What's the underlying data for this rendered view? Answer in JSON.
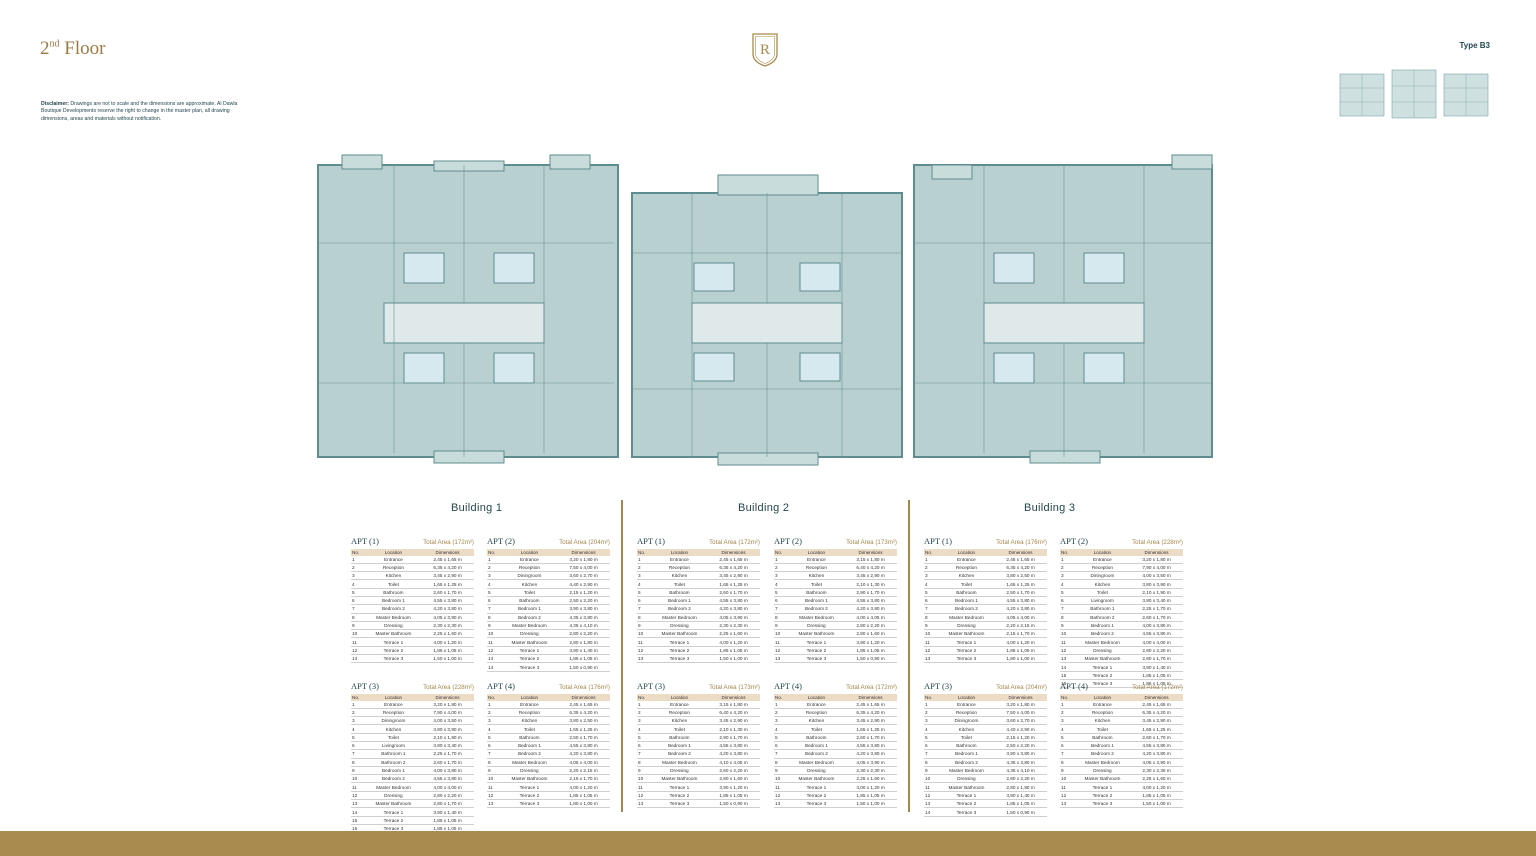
{
  "header": {
    "floor_main": "2",
    "floor_sup": "nd",
    "floor_rest": " Floor",
    "logo_letter": "R",
    "type_label": "Type B3"
  },
  "disclaimer": {
    "label": "Disclaimer:",
    "text": " Drawings are not to scale and the dimensions are approximate. Al Dawla Boutique Developments reserve the right to change in the master plan, all drawing dimensions, areas and materials without notification."
  },
  "table_headers": {
    "no": "No.",
    "location": "Location",
    "dimensions": "Dimensions"
  },
  "buildings": [
    {
      "name": "Building 1",
      "apartments": [
        {
          "name": "APT (1)",
          "area": "Total Area (172m²)",
          "rows": [
            [
              "1",
              "Entrance",
              "2,45 x 1,65 m"
            ],
            [
              "2",
              "Reception",
              "6,35 x 4,20 m"
            ],
            [
              "3",
              "Kitchen",
              "3,45 x 2,90 m"
            ],
            [
              "4",
              "Toilet",
              "1,65 x 1,25 m"
            ],
            [
              "5",
              "Bathroom",
              "2,60 x 1,70 m"
            ],
            [
              "6",
              "Bedroom 1",
              "4,55 x 3,80 m"
            ],
            [
              "7",
              "Bedroom 2",
              "4,20 x 3,80 m"
            ],
            [
              "8",
              "Master Bedroom",
              "4,05 x 3,90 m"
            ],
            [
              "9",
              "Dressing",
              "2,30 x 2,30 m"
            ],
            [
              "10",
              "Master Bathroom",
              "2,25 x 1,60 m"
            ],
            [
              "11",
              "Terrace 1",
              "4,00 x 1,20 m"
            ],
            [
              "12",
              "Terrace 2",
              "1,85 x 1,05 m"
            ],
            [
              "13",
              "Terrace 3",
              "1,50 x 1,00 m"
            ]
          ]
        },
        {
          "name": "APT (2)",
          "area": "Total Area (204m²)",
          "rows": [
            [
              "1",
              "Entrance",
              "3,20 x 1,80 m"
            ],
            [
              "2",
              "Reception",
              "7,50 x 4,00 m"
            ],
            [
              "3",
              "Diningroom",
              "3,60 x 2,70 m"
            ],
            [
              "4",
              "Kitchen",
              "4,40 x 2,90 m"
            ],
            [
              "5",
              "Toilet",
              "2,15 x 1,20 m"
            ],
            [
              "6",
              "Bathroom",
              "2,50 x 2,20 m"
            ],
            [
              "7",
              "Bedroom 1",
              "3,90 x 3,80 m"
            ],
            [
              "8",
              "Bedroom 2",
              "4,35 x 3,80 m"
            ],
            [
              "9",
              "Master Bedroom",
              "4,35 x 4,10 m"
            ],
            [
              "10",
              "Dressing",
              "2,80 x 2,20 m"
            ],
            [
              "11",
              "Master Bathroom",
              "2,80 x 1,80 m"
            ],
            [
              "12",
              "Terrace 1",
              "3,90 x 1,40 m"
            ],
            [
              "13",
              "Terrace 2",
              "1,85 x 1,05 m"
            ],
            [
              "14",
              "Terrace 3",
              "1,50 x 0,90 m"
            ]
          ]
        },
        {
          "name": "APT (3)",
          "area": "Total Area (228m²)",
          "rows": [
            [
              "1",
              "Entrance",
              "3,20 x 1,80 m"
            ],
            [
              "2",
              "Reception",
              "7,90 x 4,00 m"
            ],
            [
              "3",
              "Diningroom",
              "4,00 x 3,50 m"
            ],
            [
              "4",
              "Kitchen",
              "3,80 x 3,90 m"
            ],
            [
              "5",
              "Toilet",
              "2,10 x 1,90 m"
            ],
            [
              "6",
              "Livingroom",
              "3,80 x 3,40 m"
            ],
            [
              "7",
              "Bathroom 1",
              "2,25 x 1,70 m"
            ],
            [
              "8",
              "Bathroom 2",
              "2,60 x 1,70 m"
            ],
            [
              "9",
              "Bedroom 1",
              "4,00 x 3,80 m"
            ],
            [
              "10",
              "Bedroom 2",
              "4,55 x 3,80 m"
            ],
            [
              "11",
              "Master Bedroom",
              "4,00 x 4,00 m"
            ],
            [
              "12",
              "Dressing",
              "2,80 x 2,20 m"
            ],
            [
              "13",
              "Master Bathroom",
              "2,80 x 1,70 m"
            ],
            [
              "14",
              "Terrace 1",
              "3,90 x 1,40 m"
            ],
            [
              "15",
              "Terrace 2",
              "1,85 x 1,05 m"
            ],
            [
              "16",
              "Terrace 3",
              "1,85 x 1,05 m"
            ]
          ]
        },
        {
          "name": "APT (4)",
          "area": "Total Area (176m²)",
          "rows": [
            [
              "1",
              "Entrance",
              "2,45 x 1,65 m"
            ],
            [
              "2",
              "Reception",
              "6,35 x 4,20 m"
            ],
            [
              "3",
              "Kitchen",
              "3,80 x 2,50 m"
            ],
            [
              "4",
              "Toilet",
              "1,65 x 1,25 m"
            ],
            [
              "5",
              "Bathroom",
              "2,50 x 1,70 m"
            ],
            [
              "6",
              "Bedroom 1",
              "4,55 x 3,80 m"
            ],
            [
              "7",
              "Bedroom 2",
              "4,20 x 3,80 m"
            ],
            [
              "8",
              "Master Bedroom",
              "4,05 x 4,00 m"
            ],
            [
              "9",
              "Dressing",
              "2,20 x 2,15 m"
            ],
            [
              "10",
              "Master Bathroom",
              "2,15 x 1,70 m"
            ],
            [
              "11",
              "Terrace 1",
              "4,00 x 1,20 m"
            ],
            [
              "12",
              "Terrace 2",
              "1,85 x 1,05 m"
            ],
            [
              "13",
              "Terrace 3",
              "1,80 x 1,00 m"
            ]
          ]
        }
      ]
    },
    {
      "name": "Building 2",
      "apartments": [
        {
          "name": "APT (1)",
          "area": "Total Area (172m²)",
          "rows": [
            [
              "1",
              "Entrance",
              "2,45 x 1,65 m"
            ],
            [
              "2",
              "Reception",
              "6,35 x 4,20 m"
            ],
            [
              "3",
              "Kitchen",
              "3,45 x 2,90 m"
            ],
            [
              "4",
              "Toilet",
              "1,65 x 1,25 m"
            ],
            [
              "5",
              "Bathroom",
              "2,60 x 1,70 m"
            ],
            [
              "6",
              "Bedroom 1",
              "4,55 x 3,80 m"
            ],
            [
              "7",
              "Bedroom 2",
              "4,20 x 3,80 m"
            ],
            [
              "8",
              "Master Bedroom",
              "4,05 x 3,90 m"
            ],
            [
              "9",
              "Dressing",
              "2,30 x 2,30 m"
            ],
            [
              "10",
              "Master Bathroom",
              "2,25 x 1,60 m"
            ],
            [
              "11",
              "Terrace 1",
              "4,00 x 1,20 m"
            ],
            [
              "12",
              "Terrace 2",
              "1,85 x 1,05 m"
            ],
            [
              "13",
              "Terrace 3",
              "1,50 x 1,00 m"
            ]
          ]
        },
        {
          "name": "APT (2)",
          "area": "Total Area (173m²)",
          "rows": [
            [
              "1",
              "Entrance",
              "3,15 x 1,80 m"
            ],
            [
              "2",
              "Reception",
              "6,40 x 4,20 m"
            ],
            [
              "3",
              "Kitchen",
              "3,45 x 2,90 m"
            ],
            [
              "4",
              "Toilet",
              "2,10 x 1,30 m"
            ],
            [
              "5",
              "Bathroom",
              "2,90 x 1,70 m"
            ],
            [
              "6",
              "Bedroom 1",
              "4,55 x 3,80 m"
            ],
            [
              "7",
              "Bedroom 2",
              "4,20 x 3,80 m"
            ],
            [
              "8",
              "Master Bedroom",
              "4,00 x 4,05 m"
            ],
            [
              "9",
              "Dressing",
              "2,80 x 2,20 m"
            ],
            [
              "10",
              "Master Bathroom",
              "2,80 x 1,60 m"
            ],
            [
              "11",
              "Terrace 1",
              "3,90 x 1,20 m"
            ],
            [
              "12",
              "Terrace 2",
              "1,85 x 1,05 m"
            ],
            [
              "13",
              "Terrace 3",
              "1,50 x 0,90 m"
            ]
          ]
        },
        {
          "name": "APT (3)",
          "area": "Total Area (173m²)",
          "rows": [
            [
              "1",
              "Entrance",
              "3,15 x 1,80 m"
            ],
            [
              "2",
              "Reception",
              "6,40 x 4,20 m"
            ],
            [
              "3",
              "Kitchen",
              "3,45 x 2,90 m"
            ],
            [
              "4",
              "Toilet",
              "2,10 x 1,30 m"
            ],
            [
              "5",
              "Bathroom",
              "2,90 x 1,70 m"
            ],
            [
              "6",
              "Bedroom 1",
              "4,55 x 3,80 m"
            ],
            [
              "7",
              "Bedroom 2",
              "4,20 x 3,80 m"
            ],
            [
              "8",
              "Master Bedroom",
              "4,10 x 4,05 m"
            ],
            [
              "9",
              "Dressing",
              "2,60 x 2,20 m"
            ],
            [
              "10",
              "Master Bathroom",
              "2,80 x 1,60 m"
            ],
            [
              "11",
              "Terrace 1",
              "3,90 x 1,20 m"
            ],
            [
              "12",
              "Terrace 2",
              "1,85 x 1,05 m"
            ],
            [
              "13",
              "Terrace 3",
              "1,50 x 0,90 m"
            ]
          ]
        },
        {
          "name": "APT (4)",
          "area": "Total Area (172m²)",
          "rows": [
            [
              "1",
              "Entrance",
              "2,45 x 1,65 m"
            ],
            [
              "2",
              "Reception",
              "6,35 x 4,20 m"
            ],
            [
              "3",
              "Kitchen",
              "3,45 x 2,90 m"
            ],
            [
              "4",
              "Toilet",
              "1,65 x 1,25 m"
            ],
            [
              "5",
              "Bathroom",
              "2,60 x 1,70 m"
            ],
            [
              "6",
              "Bedroom 1",
              "4,55 x 3,80 m"
            ],
            [
              "7",
              "Bedroom 2",
              "4,20 x 3,80 m"
            ],
            [
              "8",
              "Master Bedroom",
              "4,05 x 3,90 m"
            ],
            [
              "9",
              "Dressing",
              "2,30 x 2,30 m"
            ],
            [
              "10",
              "Master Bathroom",
              "2,25 x 1,60 m"
            ],
            [
              "11",
              "Terrace 1",
              "4,00 x 1,20 m"
            ],
            [
              "12",
              "Terrace 2",
              "1,85 x 1,05 m"
            ],
            [
              "13",
              "Terrace 3",
              "1,50 x 1,00 m"
            ]
          ]
        }
      ]
    },
    {
      "name": "Building 3",
      "apartments": [
        {
          "name": "APT (1)",
          "area": "Total Area (176m²)",
          "rows": [
            [
              "1",
              "Entrance",
              "2,45 x 1,65 m"
            ],
            [
              "2",
              "Reception",
              "6,35 x 4,20 m"
            ],
            [
              "3",
              "Kitchen",
              "3,80 x 2,50 m"
            ],
            [
              "4",
              "Toilet",
              "1,65 x 1,25 m"
            ],
            [
              "5",
              "Bathroom",
              "2,50 x 1,70 m"
            ],
            [
              "6",
              "Bedroom 1",
              "4,55 x 3,80 m"
            ],
            [
              "7",
              "Bedroom 2",
              "4,20 x 3,80 m"
            ],
            [
              "8",
              "Master Bedroom",
              "4,05 x 4,00 m"
            ],
            [
              "9",
              "Dressing",
              "2,20 x 2,15 m"
            ],
            [
              "10",
              "Master Bathroom",
              "2,15 x 1,70 m"
            ],
            [
              "11",
              "Terrace 1",
              "4,00 x 1,20 m"
            ],
            [
              "12",
              "Terrace 2",
              "1,85 x 1,05 m"
            ],
            [
              "13",
              "Terrace 3",
              "1,80 x 1,00 m"
            ]
          ]
        },
        {
          "name": "APT (2)",
          "area": "Total Area (228m²)",
          "rows": [
            [
              "1",
              "Entrance",
              "3,20 x 1,80 m"
            ],
            [
              "2",
              "Reception",
              "7,90 x 4,00 m"
            ],
            [
              "3",
              "Diningroom",
              "4,00 x 3,50 m"
            ],
            [
              "4",
              "Kitchen",
              "3,80 x 3,90 m"
            ],
            [
              "5",
              "Toilet",
              "2,10 x 1,90 m"
            ],
            [
              "6",
              "Livingroom",
              "3,80 x 3,40 m"
            ],
            [
              "7",
              "Bathroom 1",
              "2,25 x 1,70 m"
            ],
            [
              "8",
              "Bathroom 2",
              "2,60 x 1,70 m"
            ],
            [
              "9",
              "Bedroom 1",
              "4,00 x 3,80 m"
            ],
            [
              "10",
              "Bedroom 2",
              "4,55 x 3,80 m"
            ],
            [
              "11",
              "Master Bedroom",
              "4,00 x 4,00 m"
            ],
            [
              "12",
              "Dressing",
              "2,80 x 2,20 m"
            ],
            [
              "13",
              "Master Bathroom",
              "2,80 x 1,70 m"
            ],
            [
              "14",
              "Terrace 1",
              "3,90 x 1,40 m"
            ],
            [
              "15",
              "Terrace 2",
              "1,85 x 1,05 m"
            ],
            [
              "16",
              "Terrace 3",
              "1,85 x 1,05 m"
            ]
          ]
        },
        {
          "name": "APT (3)",
          "area": "Total Area (204m²)",
          "rows": [
            [
              "1",
              "Entrance",
              "3,20 x 1,80 m"
            ],
            [
              "2",
              "Reception",
              "7,50 x 4,00 m"
            ],
            [
              "3",
              "Diningroom",
              "3,60 x 2,70 m"
            ],
            [
              "4",
              "Kitchen",
              "4,40 x 2,90 m"
            ],
            [
              "5",
              "Toilet",
              "2,15 x 1,20 m"
            ],
            [
              "6",
              "Bathroom",
              "2,50 x 2,20 m"
            ],
            [
              "7",
              "Bedroom 1",
              "3,90 x 3,80 m"
            ],
            [
              "8",
              "Bedroom 2",
              "4,35 x 3,80 m"
            ],
            [
              "9",
              "Master Bedroom",
              "4,35 x 4,10 m"
            ],
            [
              "10",
              "Dressing",
              "2,80 x 2,20 m"
            ],
            [
              "11",
              "Master Bathroom",
              "2,80 x 1,80 m"
            ],
            [
              "12",
              "Terrace 1",
              "3,90 x 1,40 m"
            ],
            [
              "13",
              "Terrace 2",
              "1,85 x 1,05 m"
            ],
            [
              "14",
              "Terrace 3",
              "1,50 x 0,90 m"
            ]
          ]
        },
        {
          "name": "APT (4)",
          "area": "Total Area (172m²)",
          "rows": [
            [
              "1",
              "Entrance",
              "2,45 x 1,65 m"
            ],
            [
              "2",
              "Reception",
              "6,35 x 4,20 m"
            ],
            [
              "3",
              "Kitchen",
              "3,45 x 2,90 m"
            ],
            [
              "4",
              "Toilet",
              "1,65 x 1,25 m"
            ],
            [
              "5",
              "Bathroom",
              "2,60 x 1,70 m"
            ],
            [
              "6",
              "Bedroom 1",
              "4,55 x 3,80 m"
            ],
            [
              "7",
              "Bedroom 2",
              "4,20 x 3,80 m"
            ],
            [
              "8",
              "Master Bedroom",
              "4,05 x 3,90 m"
            ],
            [
              "9",
              "Dressing",
              "2,30 x 2,30 m"
            ],
            [
              "10",
              "Master Bathroom",
              "2,25 x 1,60 m"
            ],
            [
              "11",
              "Terrace 1",
              "4,00 x 1,20 m"
            ],
            [
              "12",
              "Terrace 2",
              "1,85 x 1,05 m"
            ],
            [
              "13",
              "Terrace 3",
              "1,50 x 1,00 m"
            ]
          ]
        }
      ]
    }
  ],
  "colors": {
    "gold": "#a98b4f",
    "teal": "#23474f",
    "plan_fill": "#b7cfcf",
    "table_header": "#ecdcc6"
  }
}
